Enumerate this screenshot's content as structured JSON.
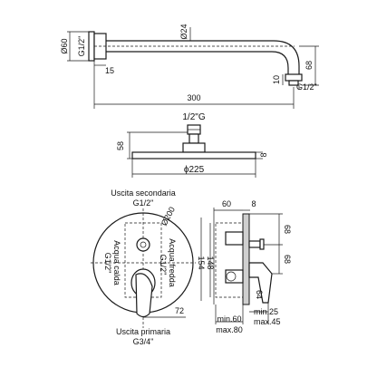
{
  "top_view": {
    "dia_flange": "Ø60",
    "thread_inlet": "G1/2\"",
    "flange_depth": "15",
    "dia_arm": "Ø24",
    "arm_length": "300",
    "drop_height": "68",
    "outlet_offset": "10",
    "thread_outlet": "G1/2\""
  },
  "shower_head": {
    "connection": "1/2\"G",
    "height": "58",
    "thickness": "8",
    "diameter": "ϕ225"
  },
  "mixer_front": {
    "secondary_outlet_label": "Uscita secondaria",
    "secondary_outlet_thread": "G1/2\"",
    "cover_diameter": "Ø200",
    "cold_water_label": "Acqua fredda",
    "cold_water_thread": "G1/2\"",
    "hot_water_label": "Acqua calda",
    "hot_water_thread": "G1/2\"",
    "offset": "72",
    "primary_outlet_label": "Uscita primaria",
    "primary_outlet_thread": "G3/4\""
  },
  "mixer_side": {
    "body_depth": "60",
    "plate_thickness": "8",
    "height_inner": "148",
    "height_outer": "154",
    "upper_spacing": "68",
    "lower_spacing": "68",
    "lever_height": "64",
    "min_depth": "min.60",
    "max_depth": "max.80",
    "min_projection": "min.25",
    "max_projection": "max.45"
  }
}
